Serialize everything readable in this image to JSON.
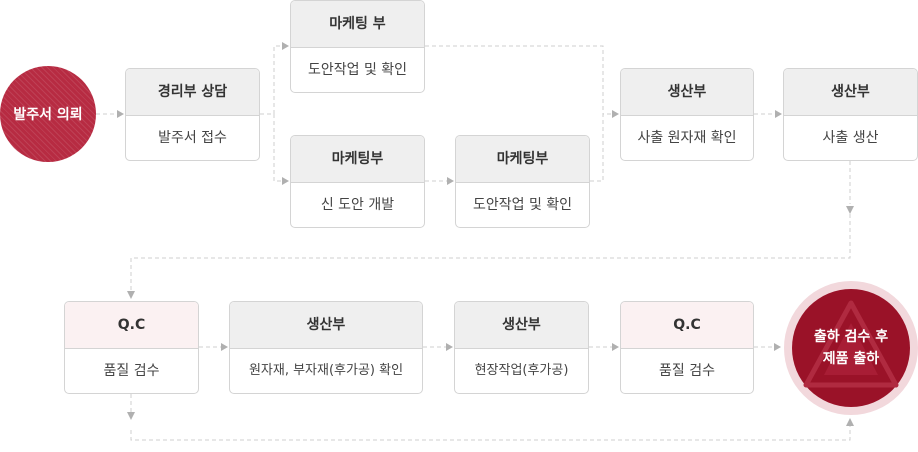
{
  "start": {
    "label": "발주서 의뢰"
  },
  "row1": [
    {
      "id": "accounting",
      "title": "경리부 상담",
      "desc": "발주서 접수",
      "variant": "normal"
    },
    {
      "id": "marketing-a",
      "title": "마케팅 부",
      "desc": "도안작업 및 확인",
      "variant": "normal"
    },
    {
      "id": "marketing-b",
      "title": "마케팅부",
      "desc": "신 도안 개발",
      "variant": "normal"
    },
    {
      "id": "marketing-c",
      "title": "마케팅부",
      "desc": "도안작업 및 확인",
      "variant": "normal"
    },
    {
      "id": "production-a",
      "title": "생산부",
      "desc": "사출 원자재 확인",
      "variant": "normal"
    },
    {
      "id": "production-b",
      "title": "생산부",
      "desc": "사출 생산",
      "variant": "normal"
    }
  ],
  "row2": [
    {
      "id": "qc-a",
      "title": "Q.C",
      "desc": "품질 검수",
      "variant": "qc"
    },
    {
      "id": "production-c",
      "title": "생산부",
      "desc": "원자재, 부자재(후가공) 확인",
      "variant": "normal"
    },
    {
      "id": "production-d",
      "title": "생산부",
      "desc": "현장작업(후가공)",
      "variant": "normal"
    },
    {
      "id": "qc-b",
      "title": "Q.C",
      "desc": "품질 검수",
      "variant": "qc"
    }
  ],
  "end": {
    "line1": "출하 검수 후",
    "line2": "제품 출하"
  },
  "colors": {
    "start_circle": "#b72b42",
    "end_circle": "#9a1228",
    "end_ring": "#f2d8dc",
    "qc_header": "#fbf1f2",
    "header": "#efefef",
    "border": "#d4d4d4",
    "connector": "#cfcfcf",
    "arrow": "#b0b0b0"
  }
}
